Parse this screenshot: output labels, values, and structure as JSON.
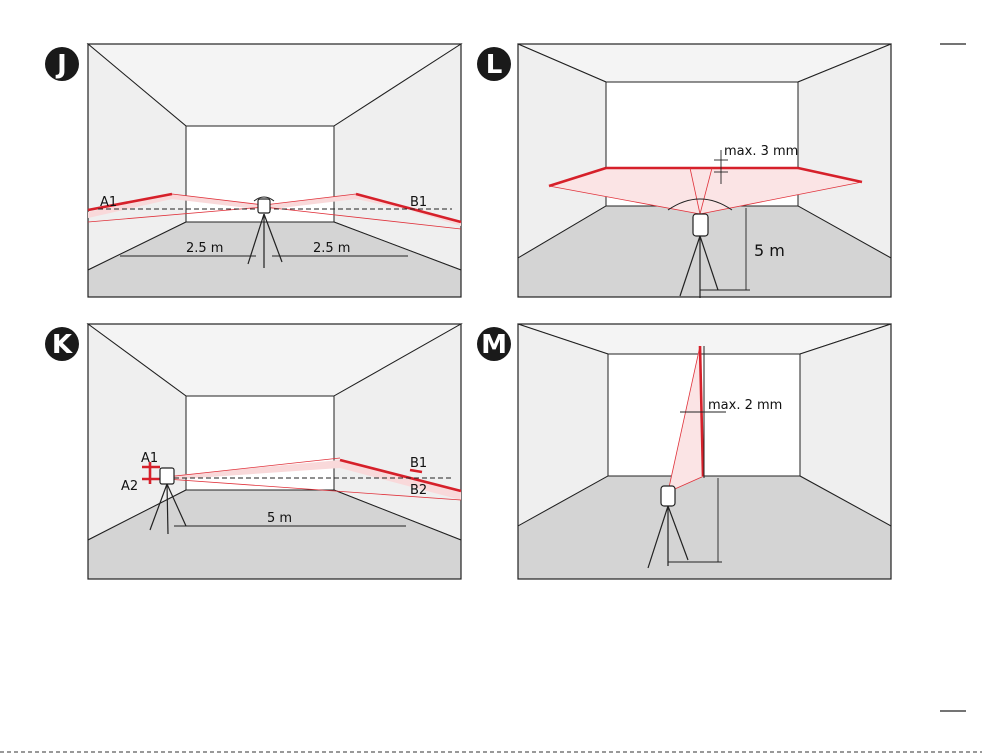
{
  "page": {
    "mark_top": "—",
    "mark_bottom": "—"
  },
  "panels": {
    "J": {
      "badge": "J",
      "labels": {
        "a1": "A1",
        "b1": "B1",
        "dist_left": "2.5 m",
        "dist_right": "2.5 m"
      }
    },
    "K": {
      "badge": "K",
      "labels": {
        "a1": "A1",
        "a2": "A2",
        "b1": "B1",
        "b2": "B2",
        "dist": "5 m"
      }
    },
    "L": {
      "badge": "L",
      "labels": {
        "tolerance": "max. 3 mm",
        "height": "5 m"
      }
    },
    "M": {
      "badge": "M",
      "labels": {
        "tolerance": "max. 2 mm"
      }
    }
  },
  "colors": {
    "laser": "#d6202a",
    "badge": "#1a1a1a",
    "floor": "#d4d4d4"
  }
}
